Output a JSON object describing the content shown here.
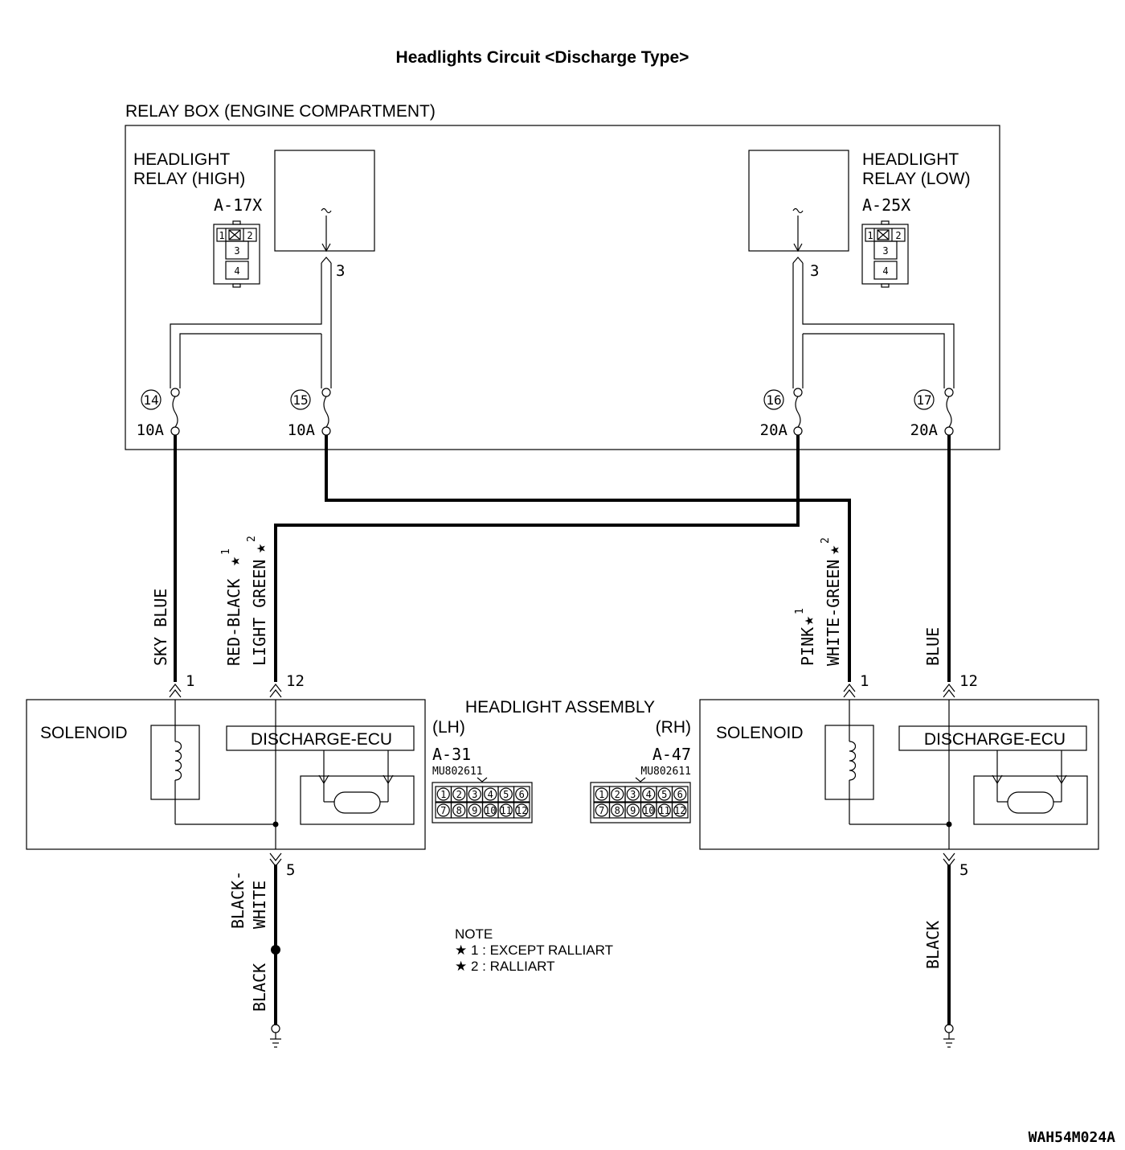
{
  "title": "Headlights Circuit <Discharge Type>",
  "relay_box": {
    "label": "RELAY BOX (ENGINE COMPARTMENT)",
    "relay_high": {
      "line1": "HEADLIGHT",
      "line2": "RELAY (HIGH)",
      "connector": "A-17X",
      "pin": "3"
    },
    "relay_low": {
      "line1": "HEADLIGHT",
      "line2": "RELAY (LOW)",
      "connector": "A-25X",
      "pin": "3"
    },
    "relay_connector_cells": [
      "1",
      "2",
      "3",
      "4"
    ],
    "fuses": [
      {
        "number": "14",
        "rating": "10A"
      },
      {
        "number": "15",
        "rating": "10A"
      },
      {
        "number": "16",
        "rating": "20A"
      },
      {
        "number": "17",
        "rating": "20A"
      }
    ]
  },
  "wires": {
    "sky_blue": "SKY BLUE",
    "red_black": "RED-BLACK",
    "light_green": "LIGHT GREEN",
    "pink": "PINK",
    "white_green": "WHITE-GREEN",
    "blue": "BLUE",
    "black_white_line1": "BLACK-",
    "black_white_line2": "WHITE",
    "black_left": "BLACK",
    "black_right": "BLACK",
    "mark1": "1",
    "mark2": "2"
  },
  "assembly": {
    "label": "HEADLIGHT ASSEMBLY",
    "lh": {
      "side": "(LH)",
      "connector": "A-31",
      "part": "MU802611",
      "solenoid": "SOLENOID",
      "ecu": "DISCHARGE-ECU",
      "pin_a": "1",
      "pin_b": "12",
      "pin_ground": "5"
    },
    "rh": {
      "side": "(RH)",
      "connector": "A-47",
      "part": "MU802611",
      "solenoid": "SOLENOID",
      "ecu": "DISCHARGE-ECU",
      "pin_a": "1",
      "pin_b": "12",
      "pin_ground": "5"
    },
    "connector_cells_top": [
      "1",
      "2",
      "3",
      "4",
      "5",
      "6"
    ],
    "connector_cells_bottom": [
      "7",
      "8",
      "9",
      "10",
      "11",
      "12"
    ]
  },
  "note": {
    "heading": "NOTE",
    "line1": "★ 1 : EXCEPT RALLIART",
    "line2": "★ 2 : RALLIART"
  },
  "figure_code": "WAH54M024A"
}
